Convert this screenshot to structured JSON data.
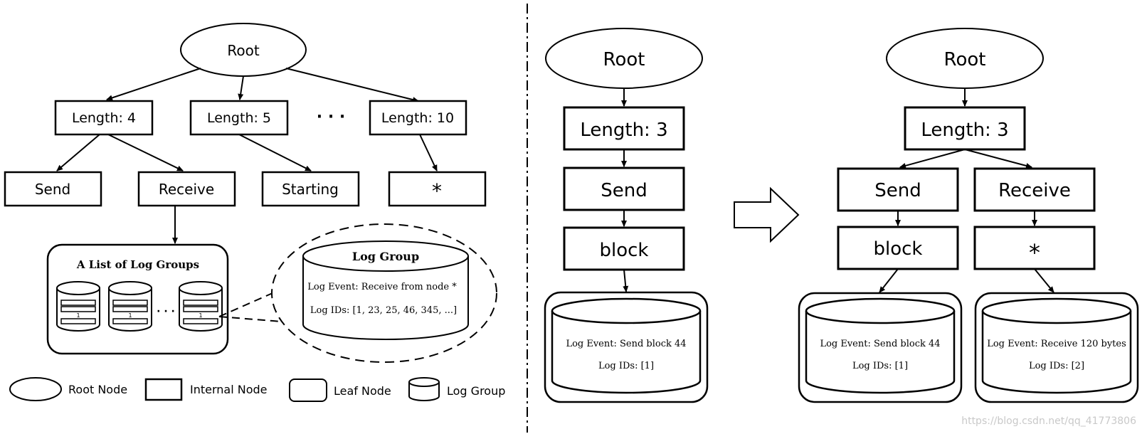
{
  "left": {
    "root": "Root",
    "lengths": [
      "Length: 4",
      "Length: 5",
      "Length: 10"
    ],
    "ellipsis": "· · ·",
    "leaves": [
      "Send",
      "Receive",
      "Starting",
      "*"
    ],
    "list_title": "A List of Log Groups",
    "mini_marker": "1",
    "list_ellipsis": "· · ·",
    "log_group": {
      "title": "Log Group",
      "event": "Log Event:  Receive from node *",
      "ids": "Log IDs:  [1, 23, 25, 46, 345, ...]"
    },
    "legend": [
      "Root Node",
      "Internal Node",
      "Leaf Node",
      "Log Group"
    ]
  },
  "middle": {
    "root": "Root",
    "length": "Length: 3",
    "token1": "Send",
    "token2": "block",
    "group": {
      "event": "Log Event:  Send block 44",
      "ids": "Log IDs:  [1]"
    }
  },
  "right": {
    "root": "Root",
    "length": "Length: 3",
    "branches": [
      {
        "token1": "Send",
        "token2": "block",
        "event": "Log Event:  Send block 44",
        "ids": "Log IDs:  [1]"
      },
      {
        "token1": "Receive",
        "token2": "*",
        "event": "Log Event:  Receive 120 bytes",
        "ids": "Log IDs:  [2]"
      }
    ]
  },
  "watermark": "https://blog.csdn.net/qq_41773806"
}
